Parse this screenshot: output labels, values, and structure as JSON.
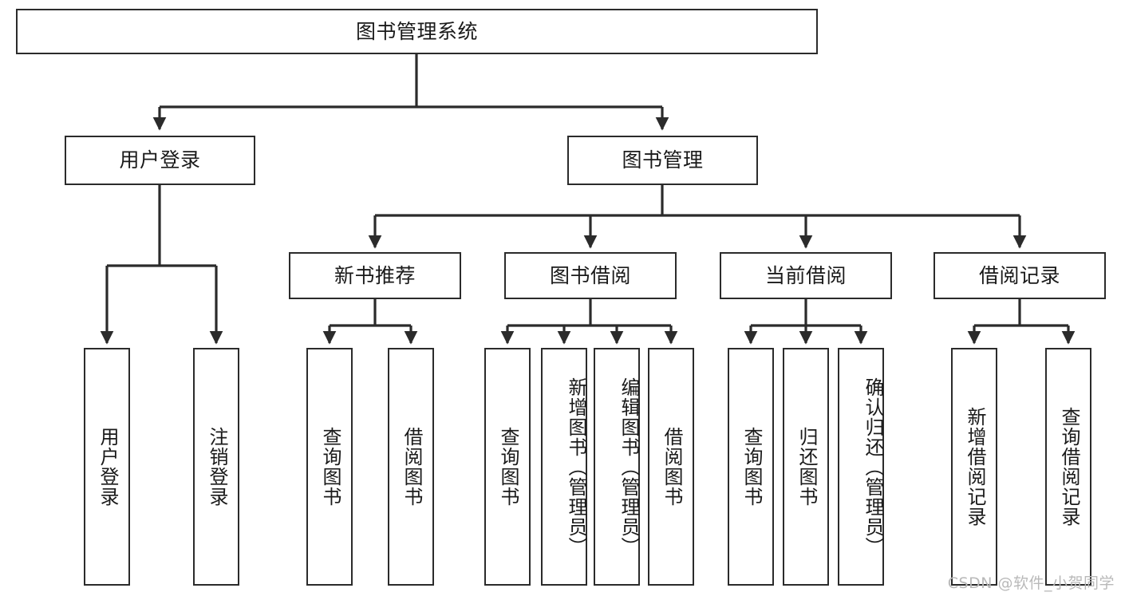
{
  "diagram": {
    "title": "图书管理系统",
    "watermark": "CSDN @软件_小贺同学",
    "stroke_color": "#2b2b2b",
    "fill_color": "#ffffff",
    "text_color": "#1a1a1a",
    "watermark_color": "#b9b9b9",
    "root": {
      "label": "图书管理系统"
    },
    "level2": [
      {
        "label": "用户登录"
      },
      {
        "label": "图书管理"
      }
    ],
    "level3": [
      {
        "label": "新书推荐"
      },
      {
        "label": "图书借阅"
      },
      {
        "label": "当前借阅"
      },
      {
        "label": "借阅记录"
      }
    ],
    "leaves": {
      "user_login": [
        {
          "label": "用户登录"
        },
        {
          "label": "注销登录"
        }
      ],
      "new_book_recommend": [
        {
          "label": "查询图书"
        },
        {
          "label": "借阅图书"
        }
      ],
      "book_borrow": [
        {
          "label": "查询图书"
        },
        {
          "label": "新增图书（管理员）"
        },
        {
          "label": "编辑图书（管理员）"
        },
        {
          "label": "借阅图书"
        }
      ],
      "current_borrow": [
        {
          "label": "查询图书"
        },
        {
          "label": "归还图书"
        },
        {
          "label": "确认归还（管理员）"
        }
      ],
      "borrow_record": [
        {
          "label": "新增借阅记录"
        },
        {
          "label": "查询借阅记录"
        }
      ]
    }
  }
}
